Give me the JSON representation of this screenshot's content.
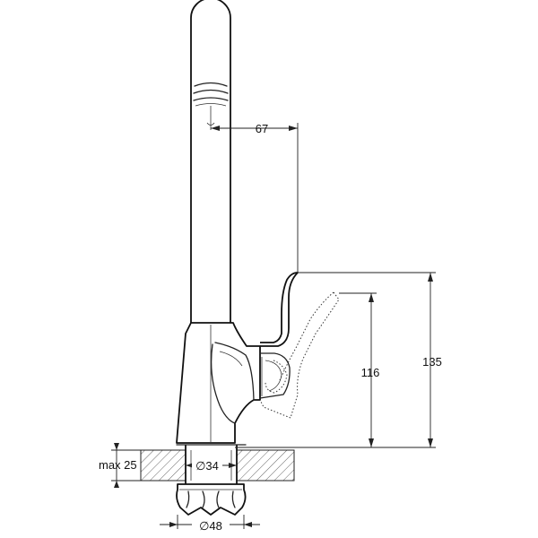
{
  "dimensions": {
    "spout_reach": "67",
    "total_height": "135",
    "handle_height": "116",
    "max_thickness": "max 25",
    "inner_diameter": "∅34",
    "base_diameter": "∅48"
  }
}
